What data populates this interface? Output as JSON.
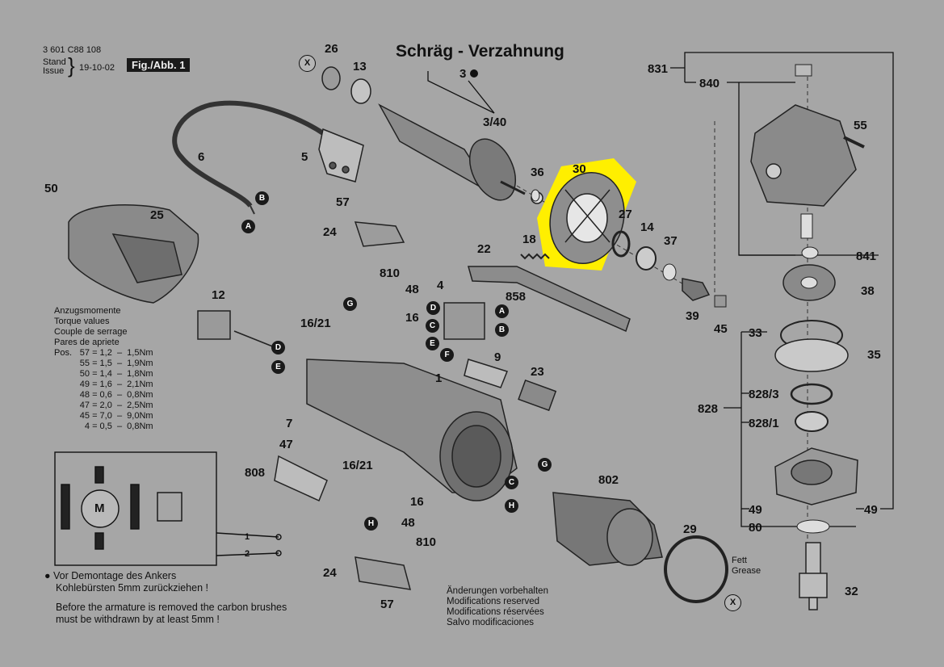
{
  "doc_code": "3 601 C88 108",
  "stand_label": "Stand\nIssue",
  "stand_date": "19-10-02",
  "fig_label": "Fig./Abb. 1",
  "title": "Schräg - Verzahnung",
  "torque": {
    "header_lines": [
      "Anzugsmomente",
      "Torque values",
      "Couple de serrage",
      "Pares de apriete"
    ],
    "rows": [
      {
        "pos": "Pos.",
        "part": "57",
        "range": "= 1,2  –  1,5Nm"
      },
      {
        "pos": "",
        "part": "55",
        "range": "= 1,5  –  1,9Nm"
      },
      {
        "pos": "",
        "part": "50",
        "range": "= 1,4  –  1,8Nm"
      },
      {
        "pos": "",
        "part": "49",
        "range": "= 1,6  –  2,1Nm"
      },
      {
        "pos": "",
        "part": "48",
        "range": "= 0,6  –  0,8Nm"
      },
      {
        "pos": "",
        "part": "47",
        "range": "= 2,0  –  2,5Nm"
      },
      {
        "pos": "",
        "part": "45",
        "range": "= 7,0  –  9,0Nm"
      },
      {
        "pos": "",
        "part": "4",
        "range": "= 0,5  –  0,8Nm"
      }
    ]
  },
  "notes": {
    "de_line1": "● Vor Demontage des Ankers",
    "de_line2": "Kohlebürsten 5mm zurückziehen !",
    "en_line1": "Before the armature is removed the carbon brushes",
    "en_line2": "must be withdrawn by at least 5mm !"
  },
  "modifications": [
    "Änderungen vorbehalten",
    "Modifications reserved",
    "Modifications réservées",
    "Salvo modificaciones"
  ],
  "fett": [
    "Fett",
    "Grease"
  ],
  "highlight_color": "#ffef00",
  "part_labels": {
    "p26": "26",
    "p13": "13",
    "p3": "3",
    "p3_40": "3/40",
    "p6": "6",
    "p5": "5",
    "p50": "50",
    "p25": "25",
    "p57a": "57",
    "p24a": "24",
    "p36": "36",
    "p30": "30",
    "p27": "27",
    "p14": "14",
    "p37": "37",
    "p18": "18",
    "p22": "22",
    "p810a": "810",
    "p48a": "48",
    "p4": "4",
    "p858": "858",
    "p12": "12",
    "p16_21a": "16/21",
    "p16a": "16",
    "p9": "9",
    "p1": "1",
    "p23": "23",
    "p7": "7",
    "p47": "47",
    "p808": "808",
    "p16_21b": "16/21",
    "p16b": "16",
    "p48b": "48",
    "p810b": "810",
    "p24b": "24",
    "p57b": "57",
    "p802": "802",
    "p29": "29",
    "p39": "39",
    "p45": "45",
    "p831": "831",
    "p840": "840",
    "p55": "55",
    "p841": "841",
    "p38": "38",
    "p33": "33",
    "p35": "35",
    "p828": "828",
    "p828_3": "828/3",
    "p828_1": "828/1",
    "p49a": "49",
    "p49b": "49",
    "p80": "80",
    "p32": "32"
  },
  "letter_markers": {
    "B1": "B",
    "A1": "A",
    "G1": "G",
    "D1": "D",
    "E1": "E",
    "D2": "D",
    "C2": "C",
    "E2": "E",
    "F2": "F",
    "A2": "A",
    "B2": "B",
    "G3": "G",
    "C3": "C",
    "H3": "H",
    "H4": "H",
    "X1": "X",
    "X2": "X",
    "M": "M",
    "sw1": "1",
    "sw2": "2"
  }
}
